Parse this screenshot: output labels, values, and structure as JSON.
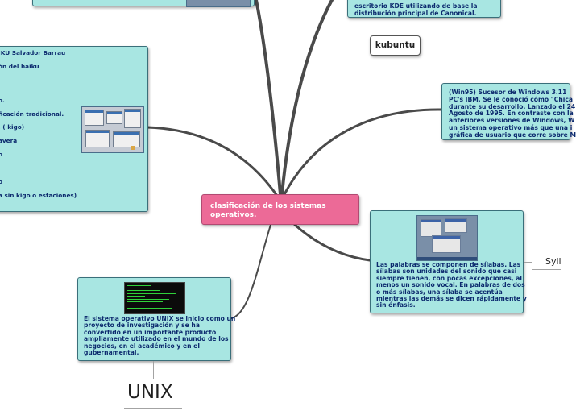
{
  "central": {
    "title": "clasificación de los sistemas operativos."
  },
  "kubuntu": {
    "label": "kubuntu"
  },
  "kubuntu_desc": {
    "lines": [
      "escritorio KDE utilizando de base la",
      "distribución principal de Canonical."
    ]
  },
  "haiku_node": {
    "lines": [
      "IKU  Salvador Barrau",
      "",
      "ón del haiku",
      "",
      "",
      "",
      "",
      "o.",
      "",
      "ficación  tradicional.",
      "",
      ", ( kigo)",
      "",
      "avera",
      "",
      "o",
      "",
      "",
      "",
      "o",
      "",
      "a sin kigo o estaciones)"
    ]
  },
  "win95_node": {
    "lines": [
      "(Win95) Sucesor de Windows 3.11",
      "PC's IBM. Se le conoció cómo \"Chica",
      "durante su desarrollo. Lanzado el 24",
      "Agosto de 1995. En contraste con la",
      "anteriores versiones de Windows, W",
      "un sistema operativo más que una i",
      "gráfica de usuario que corre sobre M"
    ]
  },
  "syllable_node": {
    "lines": [
      "Las palabras se componen de sílabas. Las",
      "sílabas son unidades del sonido que casi",
      "siempre tienen, con pocas excepciones, al",
      "menos un sonido vocal. En palabras de dos",
      "o más sílabas, una sílaba se acentúa",
      "mientras las demás se dicen rápidamente y",
      "sin énfasis."
    ]
  },
  "unix_node": {
    "lines": [
      "El sistema operativo UNIX se inicio como un",
      "proyecto de investigación y se ha",
      "convertido en un importante producto",
      "ampliamente utilizado en el mundo de los",
      "negocios, en el académico y en el",
      "gubernamental."
    ]
  },
  "labels": {
    "unix": "UNIX",
    "syllable": "Syll"
  },
  "colors": {
    "node_fill": "#a8e6e2",
    "central_fill": "#ec6a97",
    "connector": "#4a4a4a",
    "node_text": "#0c2a6e"
  }
}
